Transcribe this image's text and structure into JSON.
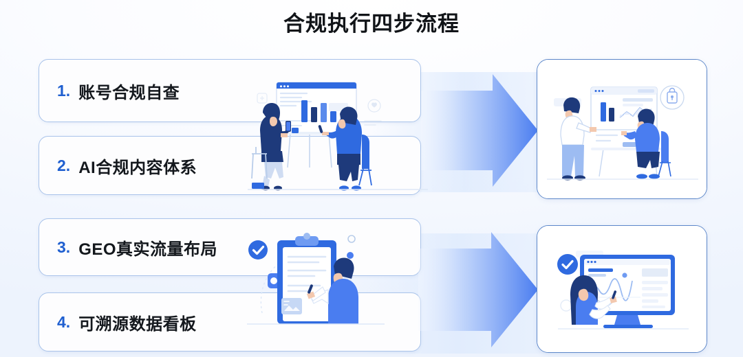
{
  "page": {
    "title": "合规执行四步流程",
    "background_color": "#f1f6fd",
    "accent_color": "#1f5fd0",
    "card_border_color": "#a9c3ea",
    "arrow_gradient": [
      "#eef4ff",
      "#4a7df0"
    ]
  },
  "steps": [
    {
      "number": "1.",
      "label": "账号合规自查"
    },
    {
      "number": "2.",
      "label": "AI合规内容体系"
    },
    {
      "number": "3.",
      "label": "GEO真实流量布局"
    },
    {
      "number": "4.",
      "label": "可溯源数据看板"
    }
  ],
  "arrows": [
    {
      "name": "flow-arrow-top",
      "direction": "right"
    },
    {
      "name": "flow-arrow-bottom",
      "direction": "right"
    }
  ],
  "illustrations": [
    {
      "name": "meeting-dashboard-illustration",
      "alt": "两人围桌讨论带柱状图的数据看板",
      "icons": [
        "browser-window-icon",
        "bar-chart-icon",
        "heart-badge-icon"
      ]
    },
    {
      "name": "clipboard-review-illustration",
      "alt": "人物核对清单表单",
      "icons": [
        "clipboard-icon",
        "check-badge-icon",
        "image-card-icon"
      ]
    }
  ],
  "right_cards": [
    {
      "name": "presentation-card",
      "alt": "站立者向坐着的同事讲解看板图表",
      "icons": [
        "browser-window-icon",
        "bar-chart-icon",
        "line-chart-icon",
        "secure-badge-icon"
      ]
    },
    {
      "name": "monitor-dashboard-card",
      "alt": "女性在显示折线图看板的显示器前操作",
      "icons": [
        "monitor-icon",
        "line-chart-icon",
        "check-badge-icon"
      ]
    }
  ]
}
